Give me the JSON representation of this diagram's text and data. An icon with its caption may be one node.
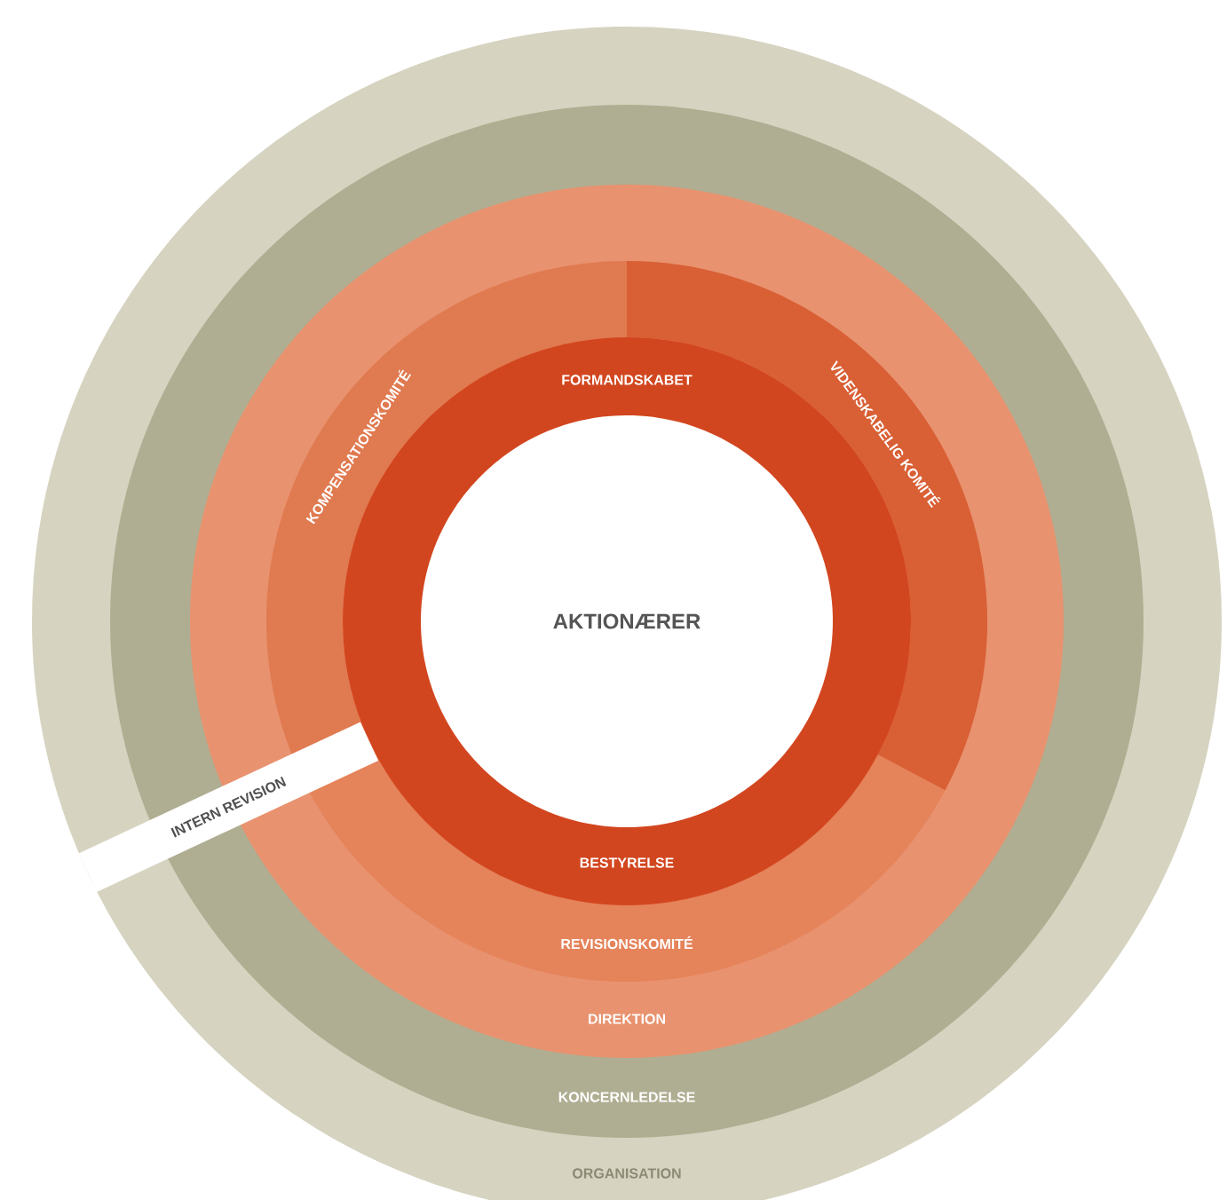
{
  "diagram": {
    "nodes": [
      {
        "text": [
          "ORGANISATION"
        ]
      },
      {
        "text": [
          "KONCERNLEDELSE"
        ],
        "in": 0
      },
      {
        "text": [
          "DIREKTION"
        ],
        "in": 1
      },
      {
        "text": [
          "KOMPENSATIONSKOMITÉ"
        ],
        "in": 2
      },
      {
        "text": [
          "VIDENSKABELIG KOMITÉ"
        ],
        "in": 2
      },
      {
        "text": [
          "REVISIONSKOMITÉ"
        ],
        "in": 2
      },
      {
        "text": [
          "FORMANDSKABET",
          "BESTYRELSE"
        ],
        "in": 2
      },
      {
        "text": [
          "AKTIONÆRER"
        ],
        "in": 6
      },
      {
        "text": [
          "INTERN REVISION"
        ],
        "in": 0
      }
    ]
  }
}
